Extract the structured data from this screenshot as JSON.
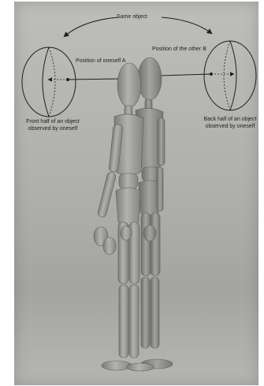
{
  "labels": {
    "same_object": "Same object",
    "position_a": "Position of oneself A",
    "position_b": "Position of the other B",
    "front_half_line1": "Front half of an object",
    "front_half_line2": "observed by oneself",
    "back_half_line1": "Back half of an object",
    "back_half_line2": "observed by oneself"
  },
  "colors": {
    "background": "#b0b0ae",
    "mannequin_wood": "#9b9b98",
    "ink": "#1e1e1e"
  }
}
